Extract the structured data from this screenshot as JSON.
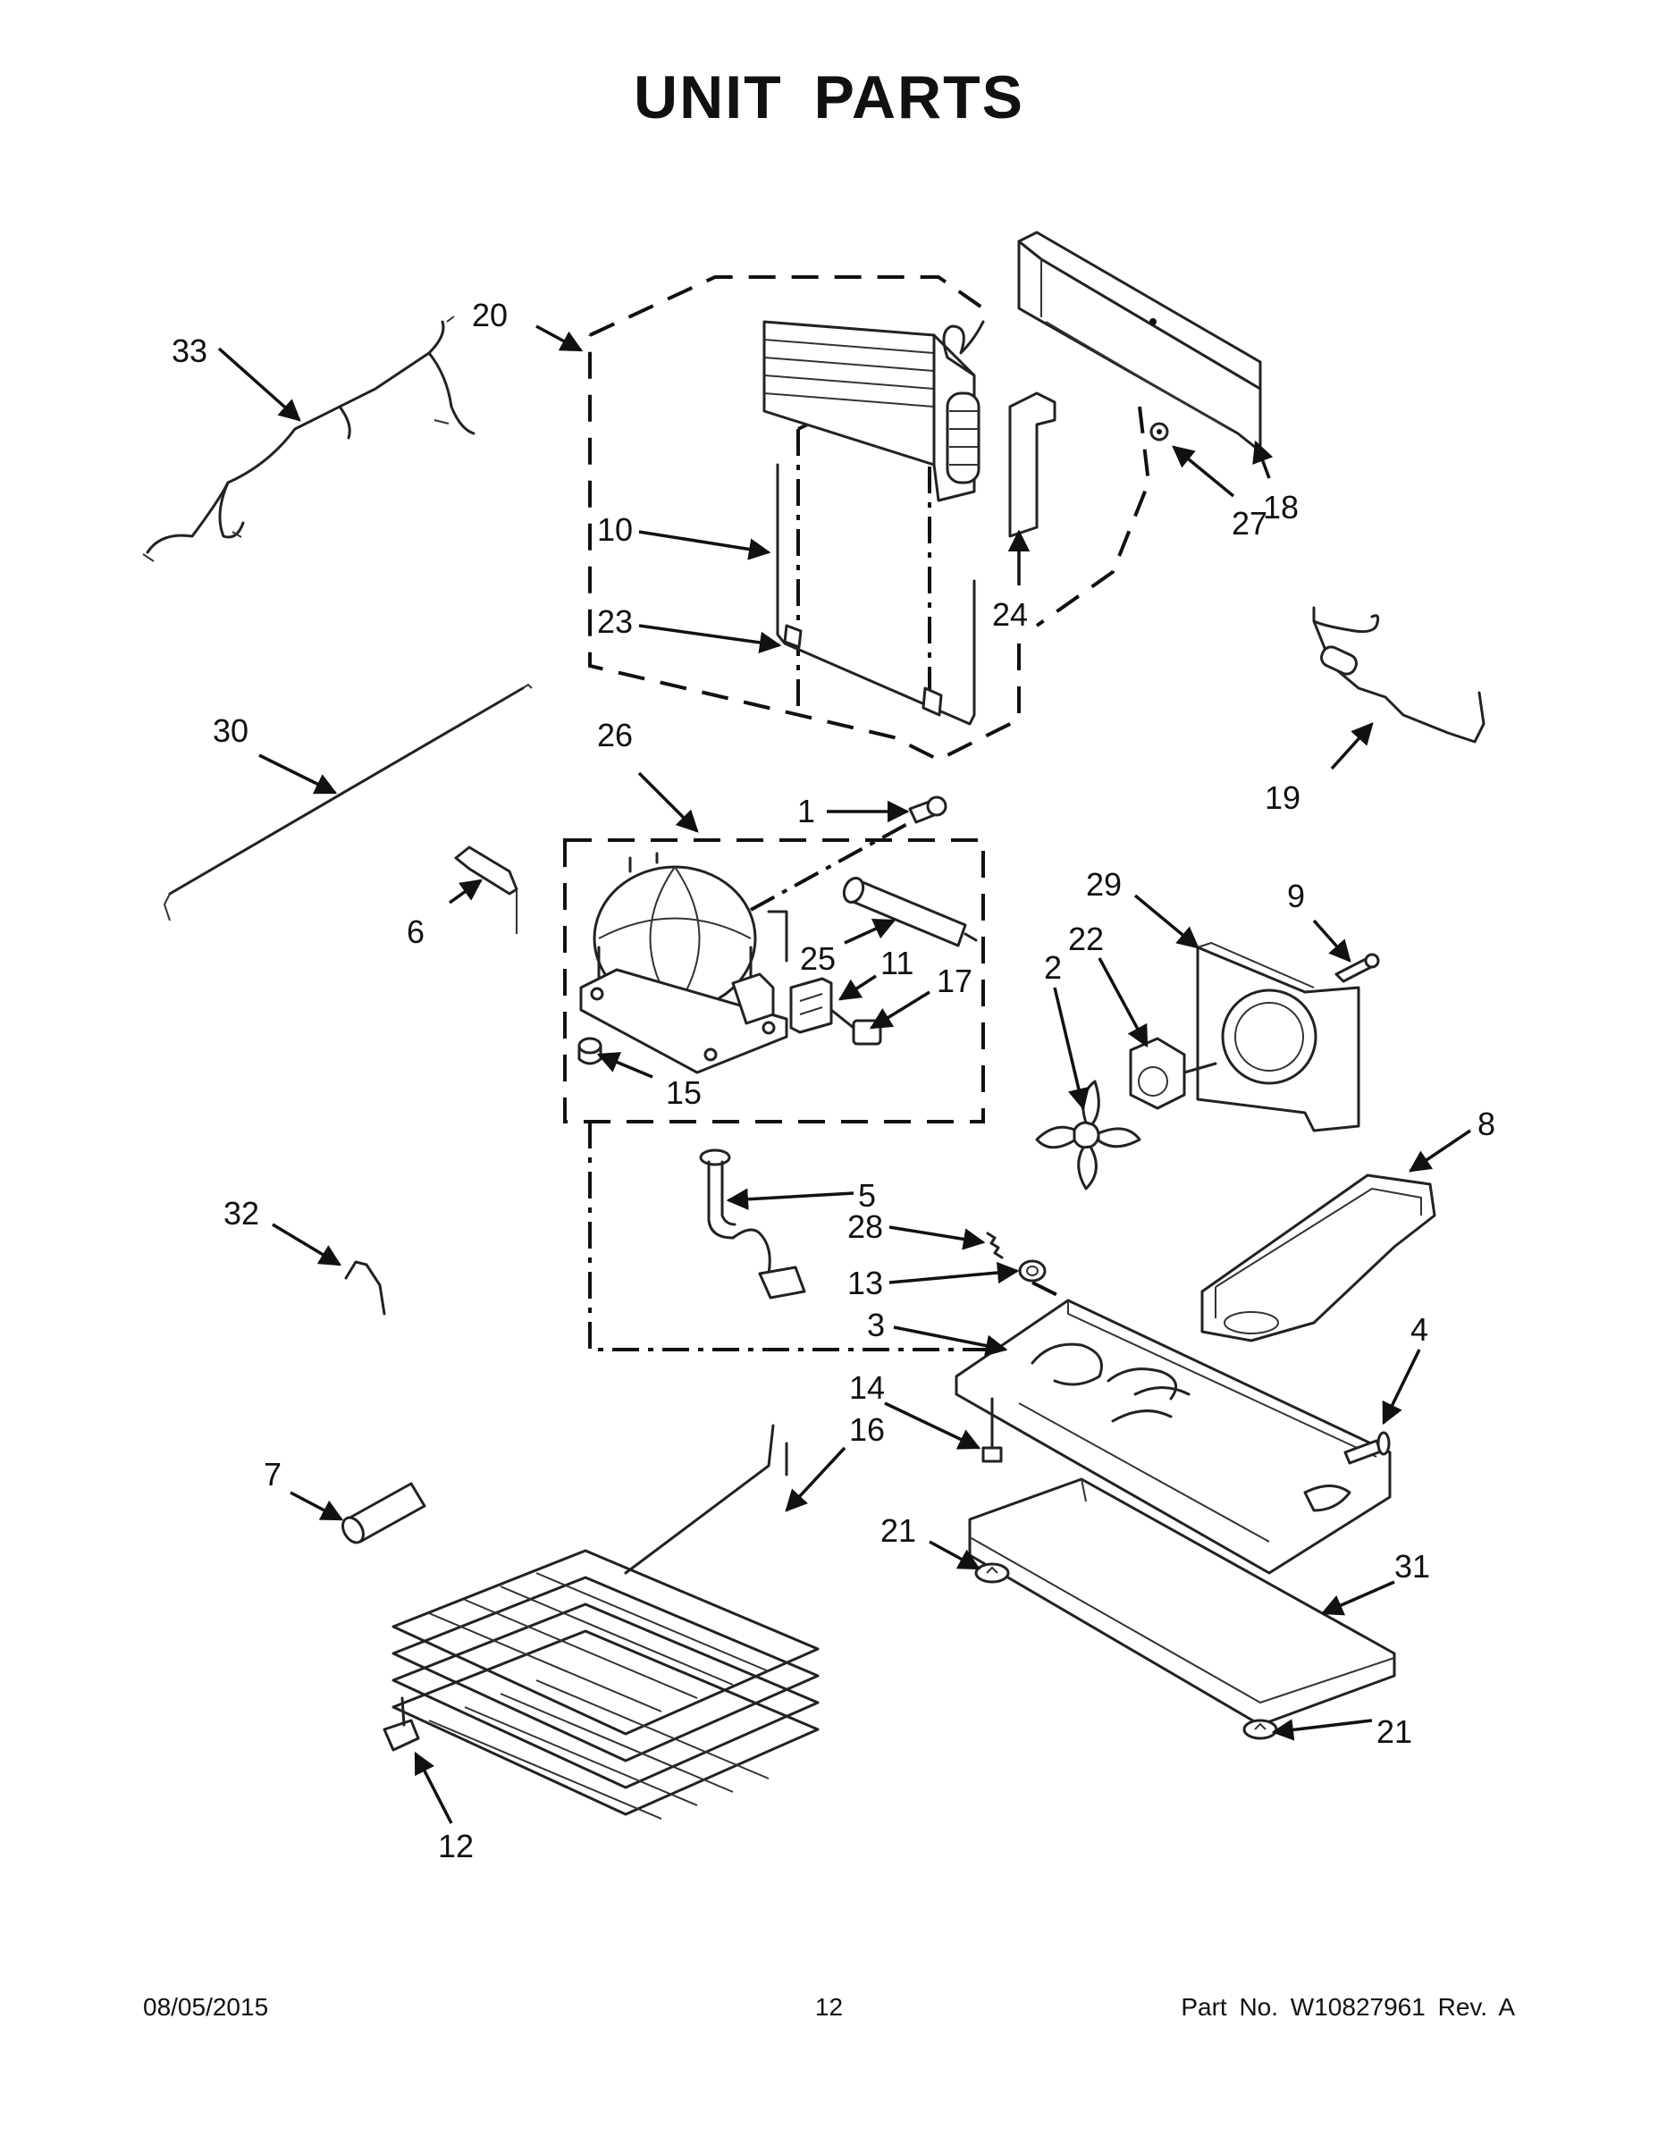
{
  "title": "UNIT PARTS",
  "callouts": {
    "c1": "1",
    "c2": "2",
    "c3": "3",
    "c4": "4",
    "c5": "5",
    "c6": "6",
    "c7": "7",
    "c8": "8",
    "c9": "9",
    "c10": "10",
    "c11": "11",
    "c12": "12",
    "c13": "13",
    "c14": "14",
    "c15": "15",
    "c16": "16",
    "c17": "17",
    "c18": "18",
    "c19": "19",
    "c20": "20",
    "c21a": "21",
    "c21b": "21",
    "c22": "22",
    "c23": "23",
    "c24": "24",
    "c25": "25",
    "c26": "26",
    "c27": "27",
    "c28": "28",
    "c29": "29",
    "c30": "30",
    "c31": "31",
    "c32": "32",
    "c33": "33"
  },
  "footer": {
    "date": "08/05/2015",
    "page": "12",
    "part_number": "Part No.  W10827961  Rev.  A"
  }
}
